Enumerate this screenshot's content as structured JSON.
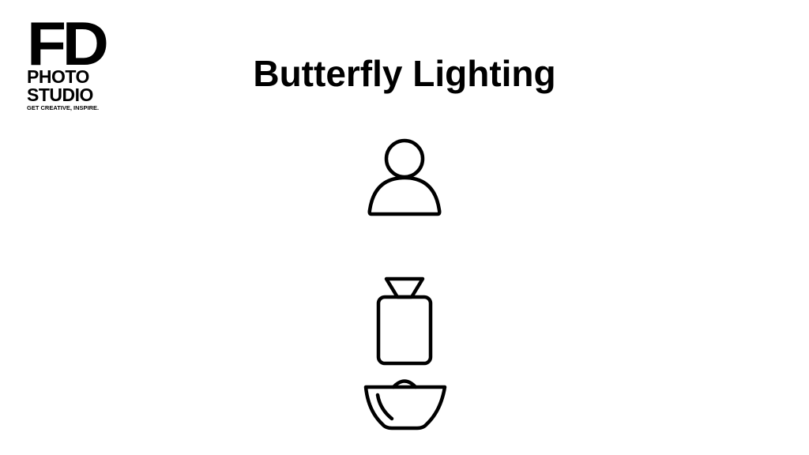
{
  "logo": {
    "main": "FD",
    "line1": "PHOTO",
    "line2": "STUDIO",
    "tagline": "GET CREATIVE, INSPIRE."
  },
  "title": "Butterfly Lighting",
  "icons": {
    "subject": "person-icon",
    "light": "studio-light-icon",
    "reflector": "reflector-bowl-icon"
  },
  "colors": {
    "background": "#ffffff",
    "foreground": "#000000"
  }
}
